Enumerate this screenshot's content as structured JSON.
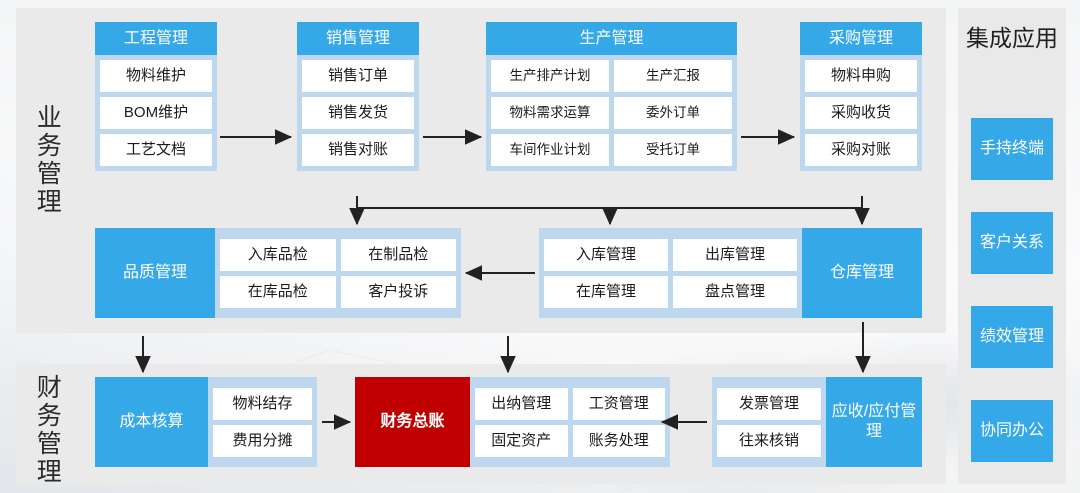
{
  "colors": {
    "accent_blue": "#35a8e8",
    "light_blue": "#bdd7ee",
    "panel_gray": "#eaeaea",
    "ledger_red": "#c00000",
    "cell_white": "#ffffff"
  },
  "sections": {
    "business_label": "业务管理",
    "finance_label": "财务管理"
  },
  "business_row1": [
    {
      "title": "工程管理",
      "columns": 1,
      "items": [
        "物料维护",
        "BOM维护",
        "工艺文档"
      ]
    },
    {
      "title": "销售管理",
      "columns": 1,
      "items": [
        "销售订单",
        "销售发货",
        "销售对账"
      ]
    },
    {
      "title": "生产管理",
      "columns": 2,
      "items": [
        "生产排产计划",
        "生产汇报",
        "物料需求运算",
        "委外订单",
        "车间作业计划",
        "受托订单"
      ]
    },
    {
      "title": "采购管理",
      "columns": 1,
      "items": [
        "物料申购",
        "采购收货",
        "采购对账"
      ]
    }
  ],
  "business_row2": [
    {
      "title": "品质管理",
      "head_side": "left",
      "columns": 2,
      "items": [
        "入库品检",
        "在制品检",
        "在库品检",
        "客户投诉"
      ]
    },
    {
      "title": "仓库管理",
      "head_side": "right",
      "columns": 2,
      "items": [
        "入库管理",
        "出库管理",
        "在库管理",
        "盘点管理"
      ]
    }
  ],
  "finance_row": [
    {
      "title": "成本核算",
      "head_side": "left",
      "columns": 1,
      "items": [
        "物料结存",
        "费用分摊"
      ]
    },
    {
      "title": "财务总账",
      "head_side": "left",
      "head_style": "red",
      "columns": 2,
      "items": [
        "出纳管理",
        "工资管理",
        "固定资产",
        "账务处理"
      ]
    },
    {
      "title": "应收/应付管理",
      "head_side": "right",
      "columns": 1,
      "items": [
        "发票管理",
        "往来核销"
      ]
    }
  ],
  "apps": {
    "title": "集成应用",
    "items": [
      "手持终端",
      "客户关系",
      "绩效管理",
      "协同办公"
    ]
  }
}
